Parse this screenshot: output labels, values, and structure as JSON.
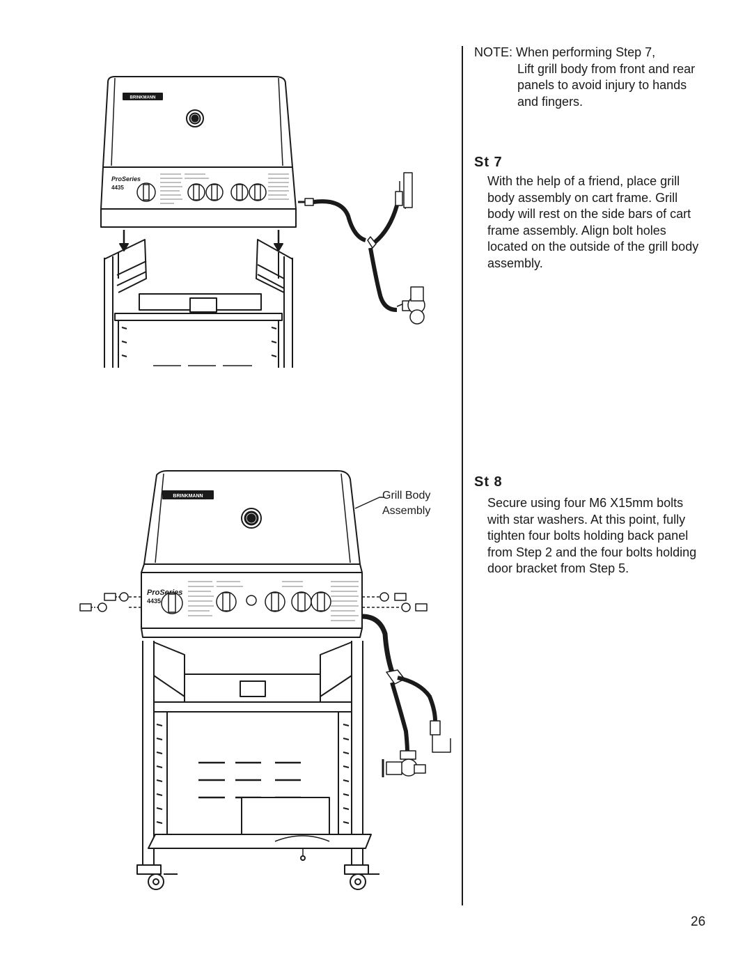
{
  "note": {
    "label": "NOTE:",
    "line1": "NOTE: When performing Step 7,",
    "rest": "Lift grill body from front and rear panels to avoid injury to hands and fingers."
  },
  "step7": {
    "heading": "St 7",
    "body": "With the help of a friend, place grill body assembly on cart frame. Grill body will rest on the side bars of cart frame assembly. Align bolt holes located on the outside of the grill body assembly."
  },
  "step8": {
    "heading": "St 8",
    "body": "Secure using four M6 X15mm bolts with star washers. At this point, fully tighten four bolts holding back panel from Step 2 and the four bolts holding door bracket from Step 5."
  },
  "callout": {
    "line1": "Grill Body",
    "line2": "Assembly"
  },
  "brand_plate": "BRINKMANN",
  "series_label": "ProSeries",
  "model_number": "4435",
  "page_number": "26"
}
